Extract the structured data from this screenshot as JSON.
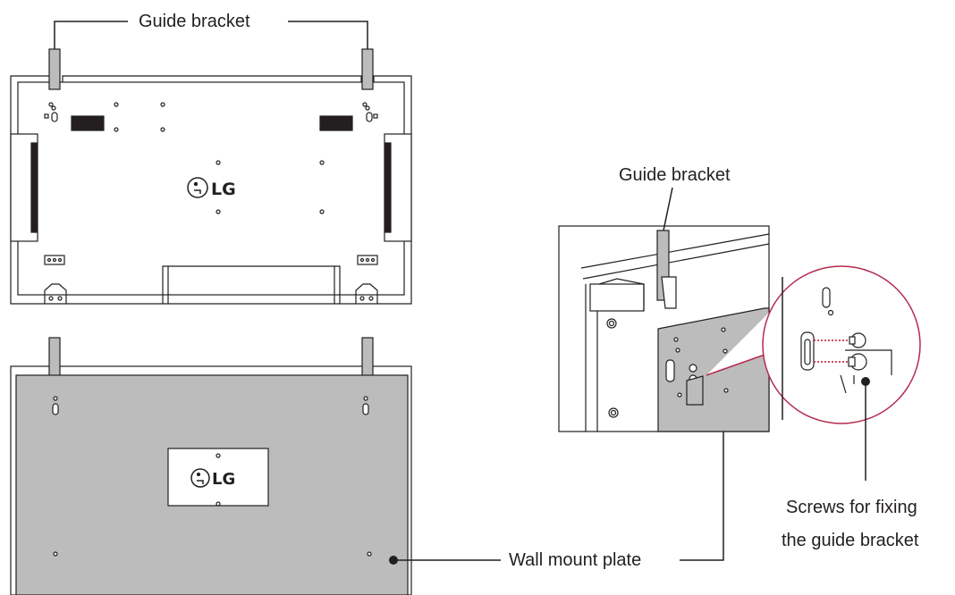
{
  "labels": {
    "guide_bracket_top": "Guide bracket",
    "guide_bracket_detail": "Guide bracket",
    "wall_mount_plate": "Wall mount plate",
    "screws_line1": "Screws for fixing",
    "screws_line2": "the guide bracket"
  },
  "logos": {
    "brand": "LG"
  },
  "colors": {
    "ink": "#231f20",
    "plate_gray": "#bcbcbc",
    "detail_circle": "#b5294e",
    "screw_dots": "#c8102e"
  }
}
